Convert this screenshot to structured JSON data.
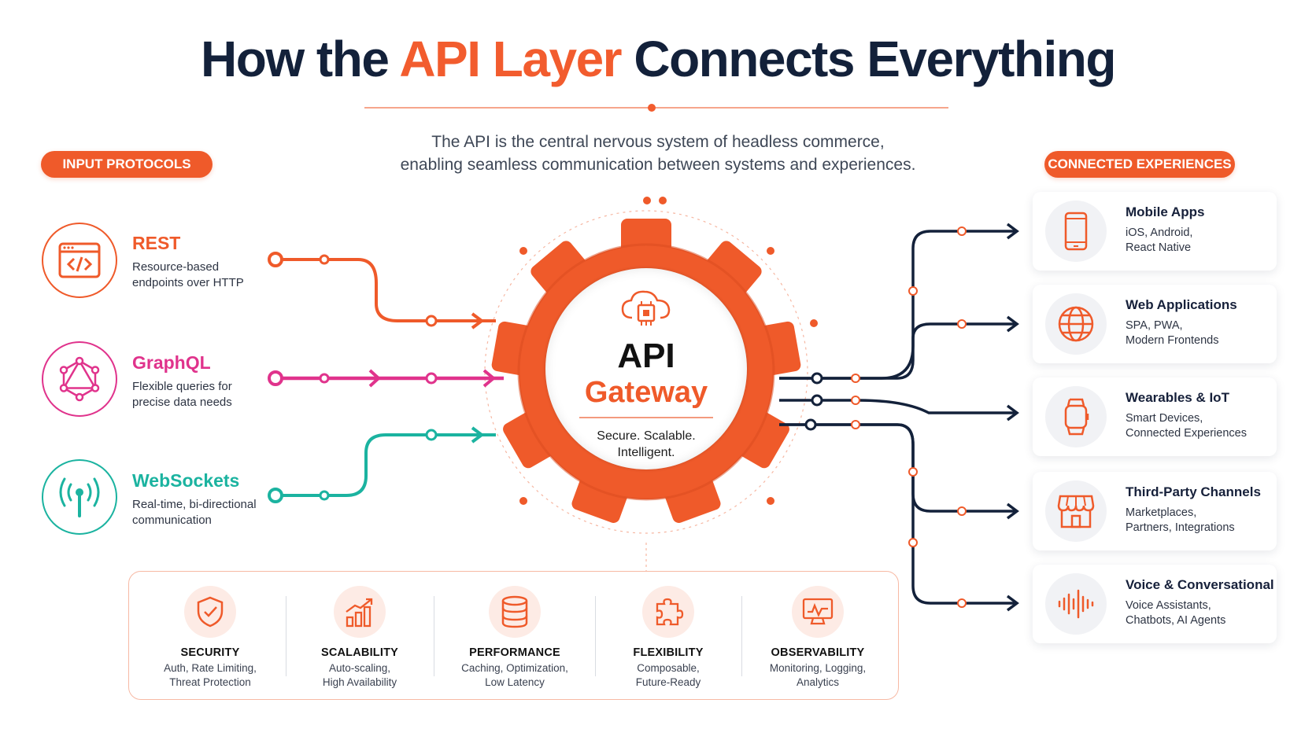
{
  "header": {
    "title_pre": "How the ",
    "title_accent": "API Layer",
    "title_post": " Connects Everything",
    "subtitle_line1": "The API is the central nervous system of headless commerce,",
    "subtitle_line2": "enabling seamless communication between systems and experiences."
  },
  "input_protocols": {
    "label": "INPUT PROTOCOLS",
    "items": [
      {
        "name": "REST",
        "desc_line1": "Resource-based",
        "desc_line2": "endpoints over HTTP",
        "color": "#ef5a2a",
        "icon": "code-window-icon"
      },
      {
        "name": "GraphQL",
        "desc_line1": "Flexible queries for",
        "desc_line2": "precise data needs",
        "color": "#e0338c",
        "icon": "graphql-icon"
      },
      {
        "name": "WebSockets",
        "desc_line1": "Real-time, bi-directional",
        "desc_line2": "communication",
        "color": "#1bb3a0",
        "icon": "antenna-icon"
      }
    ]
  },
  "gateway": {
    "title": "API",
    "subtitle": "Gateway",
    "tagline_line1": "Secure. Scalable.",
    "tagline_line2": "Intelligent.",
    "icon": "cloud-chip-icon",
    "color": "#ef5a2a"
  },
  "connected_experiences": {
    "label": "CONNECTED EXPERIENCES",
    "items": [
      {
        "title": "Mobile Apps",
        "desc_line1": "iOS, Android,",
        "desc_line2": "React Native",
        "icon": "smartphone-icon"
      },
      {
        "title": "Web Applications",
        "desc_line1": "SPA, PWA,",
        "desc_line2": "Modern Frontends",
        "icon": "globe-icon"
      },
      {
        "title": "Wearables & IoT",
        "desc_line1": "Smart Devices,",
        "desc_line2": "Connected Experiences",
        "icon": "smartwatch-icon"
      },
      {
        "title": "Third-Party Channels",
        "desc_line1": "Marketplaces,",
        "desc_line2": "Partners, Integrations",
        "icon": "storefront-icon"
      },
      {
        "title": "Voice & Conversational",
        "desc_line1": "Voice Assistants,",
        "desc_line2": "Chatbots, AI Agents",
        "icon": "soundwave-icon"
      }
    ]
  },
  "capabilities": [
    {
      "title": "SECURITY",
      "desc_line1": "Auth, Rate Limiting,",
      "desc_line2": "Threat Protection",
      "icon": "shield-check-icon"
    },
    {
      "title": "SCALABILITY",
      "desc_line1": "Auto-scaling,",
      "desc_line2": "High Availability",
      "icon": "growth-chart-icon"
    },
    {
      "title": "PERFORMANCE",
      "desc_line1": "Caching, Optimization,",
      "desc_line2": "Low Latency",
      "icon": "database-icon"
    },
    {
      "title": "FLEXIBILITY",
      "desc_line1": "Composable,",
      "desc_line2": "Future-Ready",
      "icon": "puzzle-icon"
    },
    {
      "title": "OBSERVABILITY",
      "desc_line1": "Monitoring, Logging,",
      "desc_line2": "Analytics",
      "icon": "monitor-pulse-icon"
    }
  ],
  "colors": {
    "accent": "#ef5a2a",
    "navy": "#13213a",
    "graphql": "#e0338c",
    "websockets": "#1bb3a0"
  }
}
